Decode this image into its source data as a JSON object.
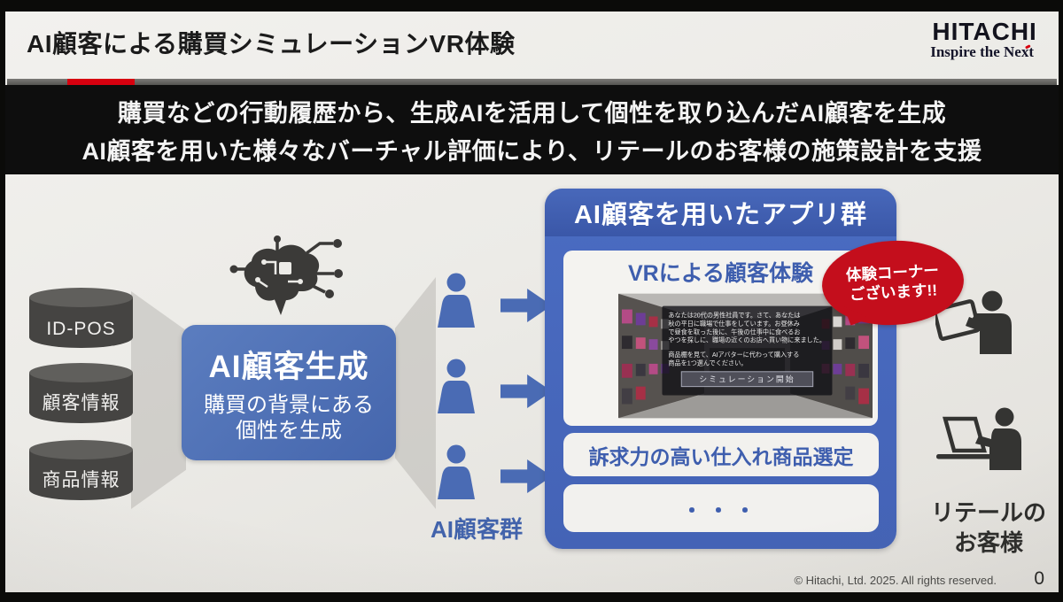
{
  "header": {
    "title": "AI顧客による購買シミュレーションVR体験",
    "logo_text": "HITACHI",
    "logo_tagline": "Inspire the Next"
  },
  "banner": {
    "line1": "購買などの行動履歴から、生成AIを活用して個性を取り込んだAI顧客を生成",
    "line2": "AI顧客を用いた様々なバーチャル評価により、リテールのお客様の施策設計を支援"
  },
  "data_sources": {
    "cylinders": [
      "ID-POS",
      "顧客情報",
      "商品情報"
    ]
  },
  "generator": {
    "title": "AI顧客生成",
    "desc_line1": "購買の背景にある",
    "desc_line2": "個性を生成"
  },
  "ai_customers": {
    "label": "AI顧客群"
  },
  "apps_panel": {
    "title": "AI顧客を用いたアプリ群",
    "vr_app": {
      "title": "VRによる顧客体験",
      "sim_screen": {
        "prompt_lines": [
          "あなたは20代の男性社員です。さて、あなたは",
          "秋の平日に職場で仕事をしています。お昼休み",
          "で昼食を取った後に、午後の仕事中に食べるお",
          "やつを探しに、職場の近くのお店へ買い物に来ました。"
        ],
        "instruction_lines": [
          "商品棚を見て、AIアバターに代わって購入する",
          "商品を1つ選んでください。"
        ],
        "start_button": "シミュレーション開始"
      }
    },
    "promo_bubble": {
      "line1": "体験コーナー",
      "line2": "ございます!!"
    },
    "app_items": [
      "訴求力の高い仕入れ商品選定",
      "・・・"
    ]
  },
  "retail_customer": {
    "label_line1": "リテールの",
    "label_line2": "お客様"
  },
  "footer": {
    "copyright": "© Hitachi, Ltd. 2025. All rights reserved.",
    "page_number": "0"
  },
  "colors": {
    "hitachi_red": "#d7000f",
    "primary_blue": "#4a6bb4",
    "panel_blue": "#4565b6",
    "bubble_red": "#c40e1c",
    "banner_black": "#0e0e0e",
    "cylinder_gray": "#454442",
    "icon_dark": "#343432"
  }
}
